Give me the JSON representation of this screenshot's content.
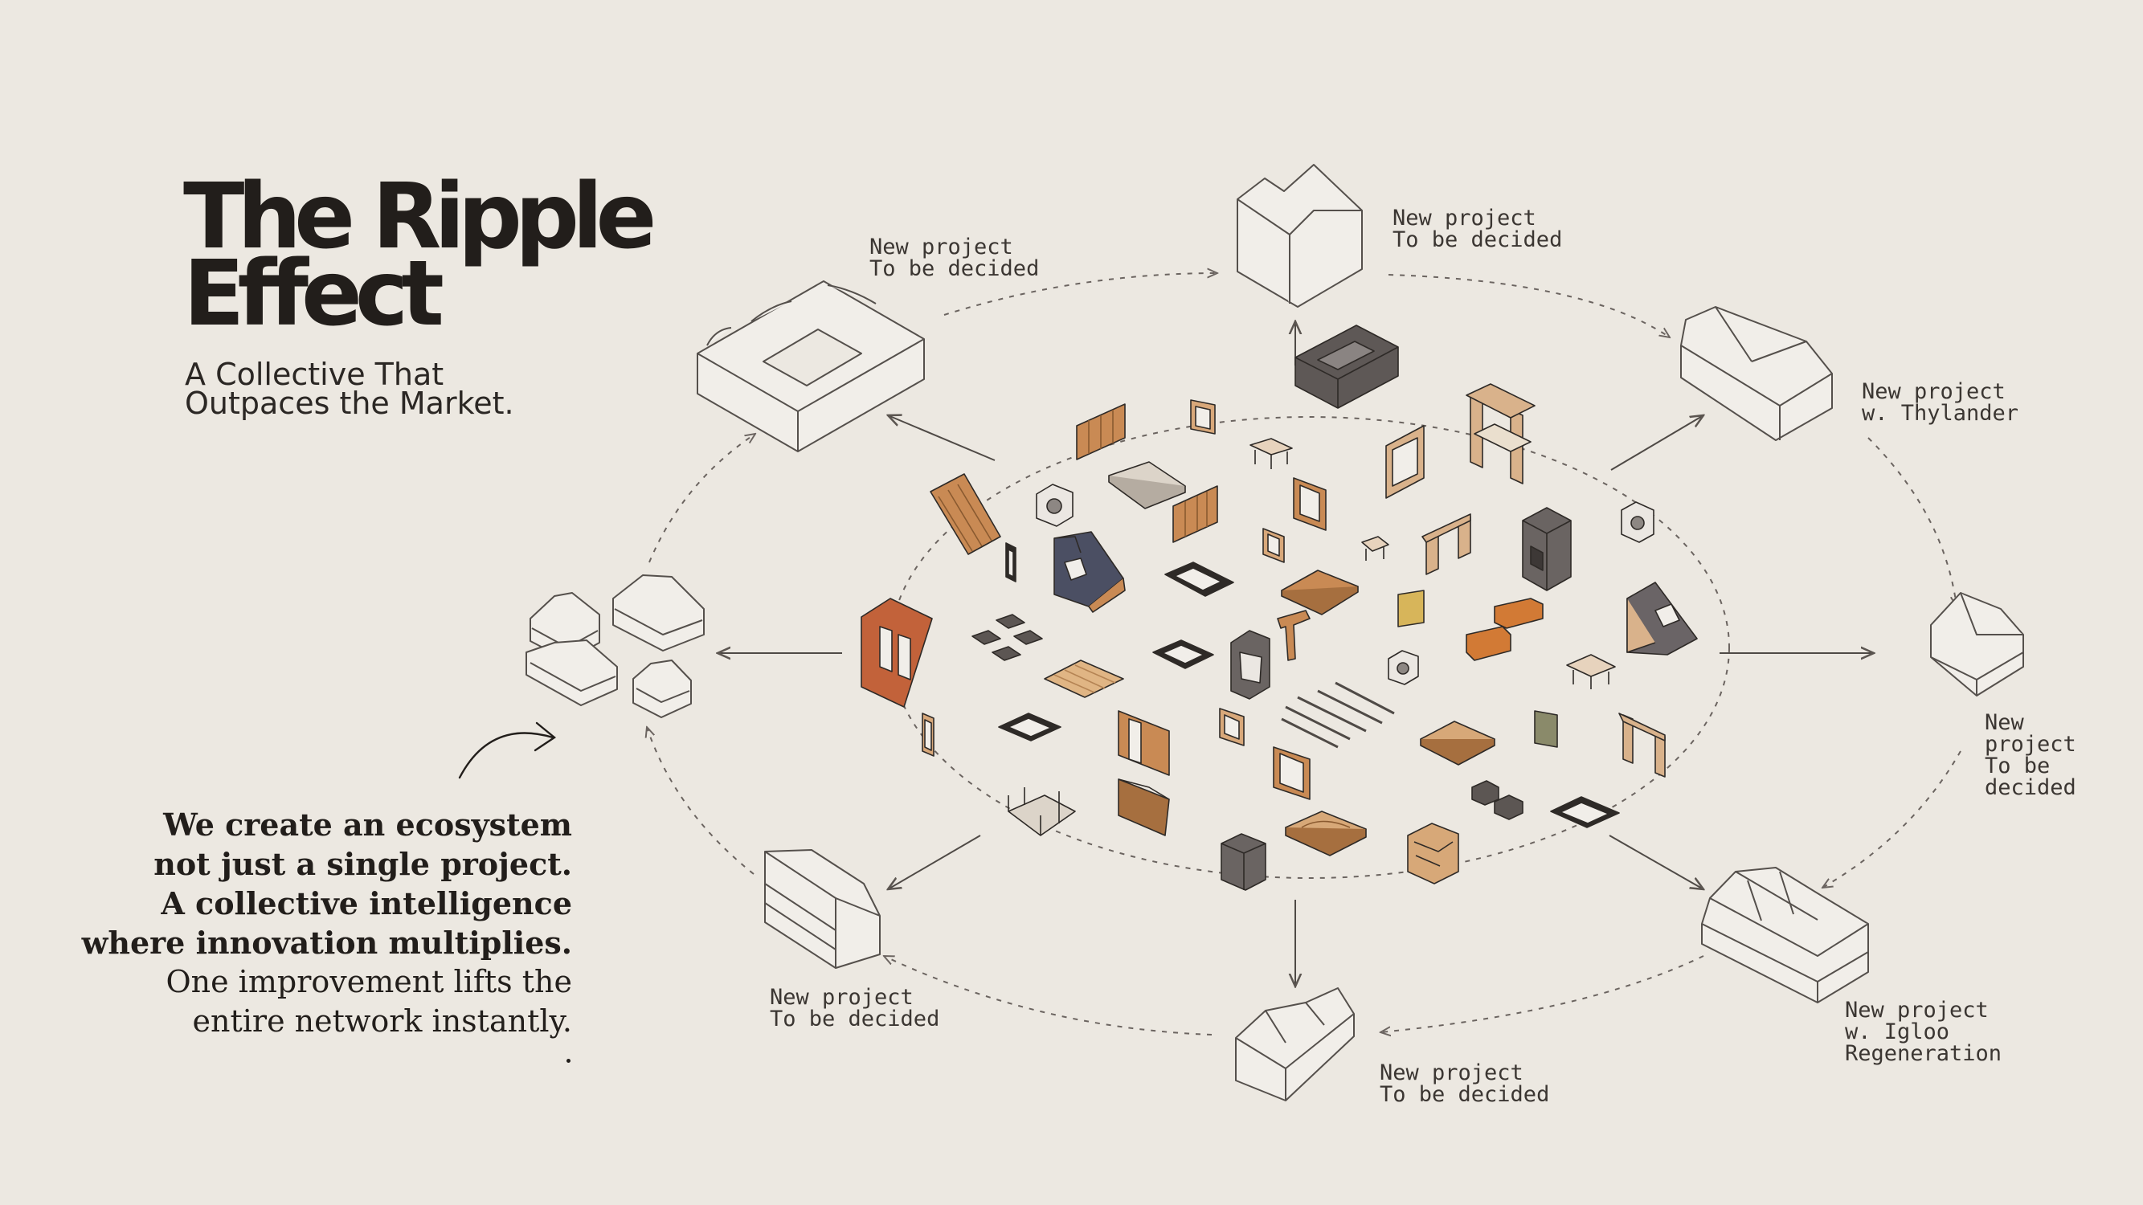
{
  "title": {
    "line1": "The Ripple",
    "line2": "Effect"
  },
  "subtitle": {
    "line1": "A Collective That",
    "line2": "Outpaces the Market."
  },
  "statement": {
    "bold_lines": [
      "We create an ecosystem",
      "not just a single project.",
      "A collective intelligence",
      "where innovation multiplies."
    ],
    "regular_lines": [
      "One improvement lifts the",
      "entire network instantly."
    ]
  },
  "projects": [
    {
      "lines": [
        "New project",
        "To be decided"
      ]
    },
    {
      "lines": [
        "New project",
        "To be decided"
      ]
    },
    {
      "lines": [
        "New project",
        "w. Thylander"
      ]
    },
    {
      "lines": [
        "New",
        "project",
        "To be",
        "decided"
      ]
    },
    {
      "lines": [
        "New project",
        "w. Igloo",
        "Regeneration"
      ]
    },
    {
      "lines": [
        "New project",
        "To be decided"
      ]
    },
    {
      "lines": [
        "New project",
        "To be decided"
      ]
    }
  ],
  "colors": {
    "background": "#ece8e1",
    "ink": "#221e1b",
    "wood": "#c98a54",
    "terracotta": "#c2623a",
    "dark_grey": "#5c5653",
    "line": "#6b6460"
  }
}
